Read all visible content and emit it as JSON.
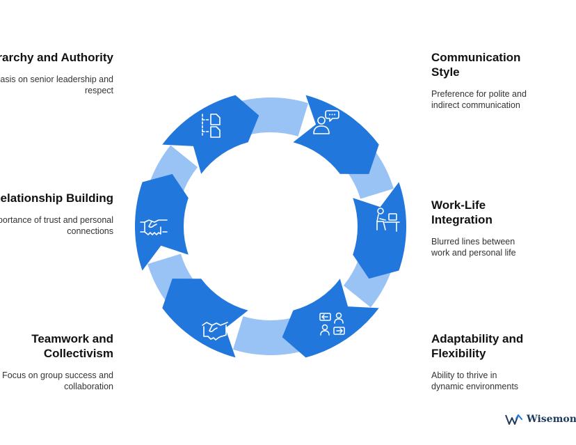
{
  "colors": {
    "node": "#2277DD",
    "arc": "#99C2F5",
    "icon": "#ffffff",
    "brand": "#1e3a5f"
  },
  "items": [
    {
      "title": "Hierarchy and Authority",
      "desc": "Emphasis on senior leadership and respect",
      "icon": "org-chart-icon"
    },
    {
      "title": "Communication Style",
      "desc": "Preference for polite and indirect communication",
      "icon": "person-speech-icon"
    },
    {
      "title": "Work-Life Integration",
      "desc": "Blurred lines between work and personal life",
      "icon": "person-desk-icon"
    },
    {
      "title": "Adaptability and Flexibility",
      "desc": "Ability to thrive in dynamic environments",
      "icon": "people-exchange-icon"
    },
    {
      "title": "Teamwork and Collectivism",
      "desc": "Focus on group success and collaboration",
      "icon": "handshake-icon"
    },
    {
      "title": "Relationship Building",
      "desc": "Importance of trust and personal connections",
      "icon": "handshake-icon"
    }
  ],
  "brand": {
    "name": "Wisemonk",
    "icon": "wisemonk-logo-icon"
  }
}
